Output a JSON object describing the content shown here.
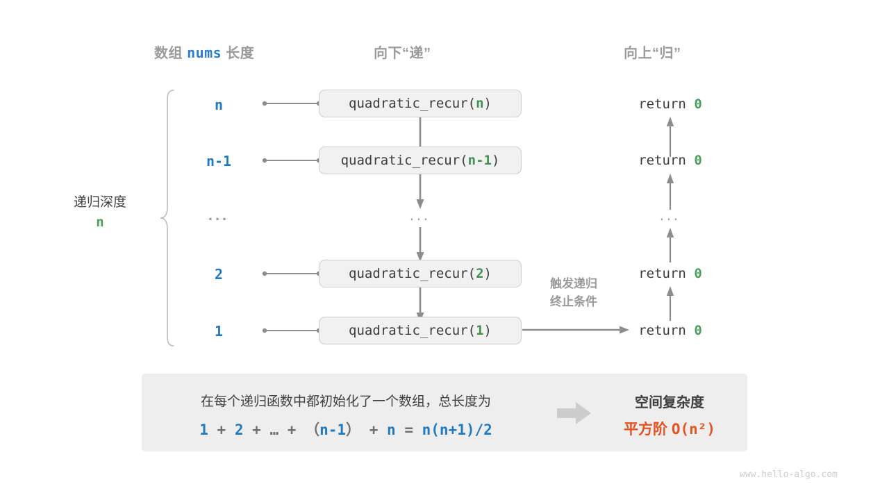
{
  "headers": {
    "left_prefix": "数组",
    "left_mono": "nums",
    "left_suffix": "长度",
    "middle": "向下“递”",
    "right": "向上“归”"
  },
  "depth": {
    "label": "递归深度",
    "value": "n"
  },
  "rows": [
    {
      "size": "n",
      "call_name": "quadratic_recur(",
      "call_arg": "n",
      "call_close": ")",
      "ret_prefix": "return ",
      "ret_value": "0"
    },
    {
      "size": "n-1",
      "call_name": "quadratic_recur(",
      "call_arg": "n-1",
      "call_close": ")",
      "ret_prefix": "return ",
      "ret_value": "0"
    },
    {
      "size": "...",
      "call_name": "...",
      "call_arg": "",
      "call_close": "",
      "ret_prefix": "...",
      "ret_value": ""
    },
    {
      "size": "2",
      "call_name": "quadratic_recur(",
      "call_arg": "2",
      "call_close": ")",
      "ret_prefix": "return ",
      "ret_value": "0"
    },
    {
      "size": "1",
      "call_name": "quadratic_recur(",
      "call_arg": "1",
      "call_close": ")",
      "ret_prefix": "return ",
      "ret_value": "0"
    }
  ],
  "note": {
    "line1": "触发递归",
    "line2": "终止条件"
  },
  "summary": {
    "description": "在每个递归函数中都初始化了一个数组，总长度为",
    "formula": {
      "t1": "1",
      "o1": "+",
      "t2": "2",
      "o2": "+",
      "t3": "…",
      "o3": "+",
      "lp": "（",
      "t4": "n-1",
      "rp": "）",
      "o4": "+",
      "t5": "n",
      "eq": "=",
      "t6": "n(n+1)/2"
    },
    "title": "空间复杂度",
    "result_prefix": "平方阶",
    "result_value": "O(n²)"
  },
  "watermark": "www.hello-algo.com",
  "colors": {
    "blue": "#1f7ac4",
    "green": "#4a9e5c",
    "orange": "#e8521f",
    "gray": "#9a9a9a",
    "box_fill": "#f1f1f1",
    "panel_fill": "#eeeeee"
  }
}
